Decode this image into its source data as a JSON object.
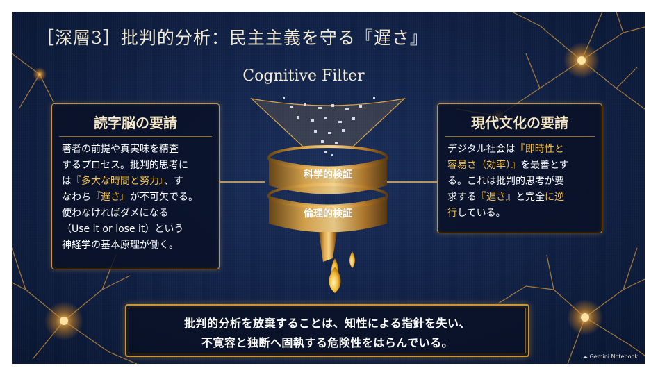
{
  "slide": {
    "title": "［深層3］批判的分析：民主主義を守る『遅さ』",
    "filter_title": "Cognitive Filter",
    "ring_top": "科学的検証",
    "ring_bottom": "倫理的検証",
    "left_box": {
      "heading": "読字脳の要請",
      "lines": [
        {
          "parts": [
            {
              "t": "著者の前提や真実味を精査"
            }
          ]
        },
        {
          "parts": [
            {
              "t": "するプロセス。批判的思考に"
            }
          ]
        },
        {
          "parts": [
            {
              "t": "は"
            },
            {
              "t": "『多大な時間と努力』",
              "hl": true
            },
            {
              "t": "、す"
            }
          ]
        },
        {
          "parts": [
            {
              "t": "なわち"
            },
            {
              "t": "『遅さ』",
              "hl": true
            },
            {
              "t": "が不可欠でる。"
            }
          ]
        },
        {
          "parts": [
            {
              "t": "使わなければダメになる"
            }
          ]
        },
        {
          "parts": [
            {
              "t": "（Use it or lose it）という"
            }
          ]
        },
        {
          "parts": [
            {
              "t": "神経学の基本原理が働く。"
            }
          ]
        }
      ]
    },
    "right_box": {
      "heading": "現代文化の要請",
      "lines": [
        {
          "parts": [
            {
              "t": "デジタル社会は"
            },
            {
              "t": "『即時性と",
              "hl": true
            }
          ]
        },
        {
          "parts": [
            {
              "t": "容易さ（効率）』",
              "hl": true
            },
            {
              "t": "を最善とす"
            }
          ]
        },
        {
          "parts": [
            {
              "t": "る。これは批判的思考が要"
            }
          ]
        },
        {
          "parts": [
            {
              "t": "求する"
            },
            {
              "t": "『遅さ』",
              "hl": true
            },
            {
              "t": "と完全"
            },
            {
              "t": "に逆",
              "hl": true
            }
          ]
        },
        {
          "parts": [
            {
              "t": "行",
              "hl": true
            },
            {
              "t": "している。"
            }
          ]
        }
      ]
    },
    "conclusion": {
      "line1": "批判的分析を放棄することは、知性による指針を失い、",
      "line2": "不寛容と独断へ固執する危険性をはらんでいる。"
    },
    "watermark": "Gemini Notebook"
  },
  "colors": {
    "background": "#12244a",
    "gold": "#c9953a",
    "highlight": "#f3c04a",
    "text": "#ffffff"
  },
  "icons": [
    "neuron-illustration",
    "funnel-illustration",
    "drop-icon",
    "gemini-logo-icon"
  ]
}
